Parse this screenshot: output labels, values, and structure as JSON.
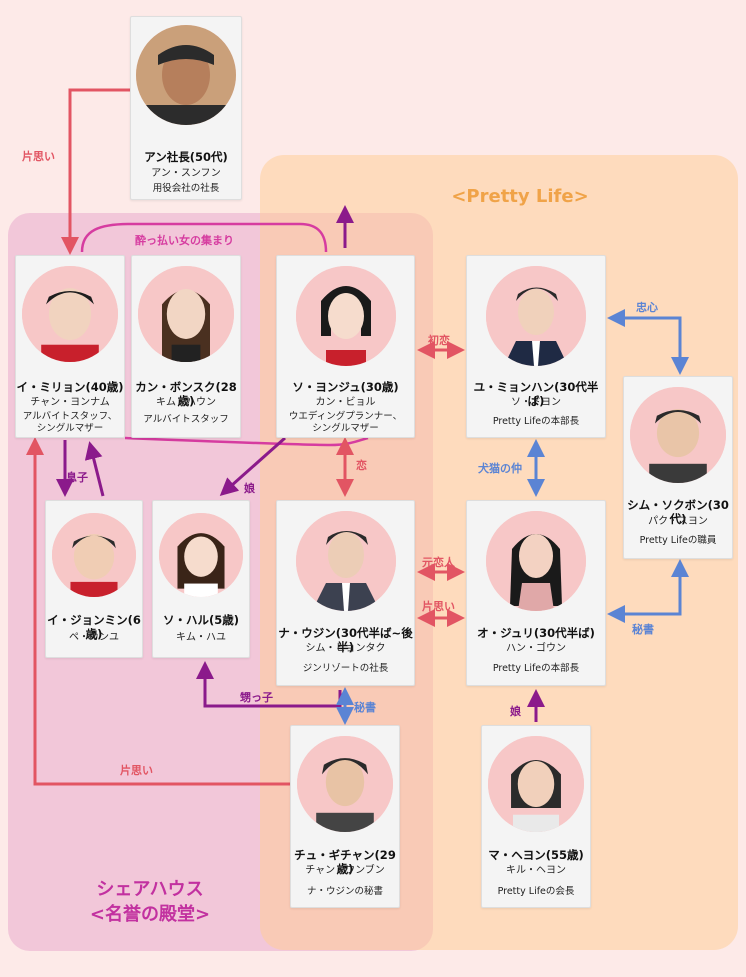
{
  "colors": {
    "red": "#e25563",
    "purple": "#8b1a8b",
    "blue": "#5b84d4",
    "magenta": "#d63ca0",
    "orange_title": "#f0a348",
    "share_title": "#c231a0"
  },
  "groups": {
    "pretty_life_title": "<Pretty Life>",
    "share_house_line1": "シェアハウス",
    "share_house_line2": "<名誉の殿堂>"
  },
  "people": {
    "an": {
      "name": "アン社長(50代)",
      "actor": "アン・スンフン",
      "role": "用役会社の社長"
    },
    "mirion": {
      "name": "イ・ミリョン(40歳)",
      "actor": "チャン・ヨンナム",
      "role1": "アルバイトスタッフ、",
      "role2": "シングルマザー"
    },
    "bonsuku": {
      "name": "カン・ボンスク(28歳)",
      "actor": "キム・ハウン",
      "role": "アルバイトスタッフ"
    },
    "yonju": {
      "name": "ソ・ヨンジュ(30歳)",
      "actor": "カン・ビョル",
      "role1": "ウエディングプランナー、",
      "role2": "シングルマザー"
    },
    "myonhan": {
      "name": "ユ・ミョンハン(30代半ば)",
      "actor": "ソ・ドヨン",
      "role": "Pretty Lifeの本部長"
    },
    "sokubon": {
      "name": "シム・ソクボン(30代)",
      "actor": "パク・スヨン",
      "role": "Pretty Lifeの職員"
    },
    "jonmin": {
      "name": "イ・ジョンミン(6歳)",
      "actor": "ペ・カンユ"
    },
    "haru": {
      "name": "ソ・ハル(5歳)",
      "actor": "キム・ハユ"
    },
    "ujin": {
      "name": "ナ・ウジン(30代半ば~後半)",
      "actor": "シム・ヒョンタク",
      "role": "ジンリゾートの社長"
    },
    "juri": {
      "name": "オ・ジュリ(30代半ば)",
      "actor": "ハン・ゴウン",
      "role": "Pretty Lifeの本部長"
    },
    "gichan": {
      "name": "チュ・ギチャン(29歳)",
      "actor": "チャン・ウンブン",
      "role": "ナ・ウジンの秘書"
    },
    "heyon": {
      "name": "マ・ヘヨン(55歳)",
      "actor": "キル・ヘヨン",
      "role": "Pretty Lifeの会長"
    }
  },
  "relations": {
    "an_mirion": "片思い",
    "drunk_women": "酔っ払い女の集まり",
    "first_love": "初恋",
    "loyalty": "忠心",
    "love": "恋",
    "son": "息子",
    "daughter_haru": "娘",
    "cats_dogs": "犬猫の仲",
    "ex_lover": "元恋人",
    "unrequited_ujin_juri": "片思い",
    "secretary_sokubon": "秘書",
    "nephew": "甥っ子",
    "secretary_gichan": "秘書",
    "daughter_juri": "娘",
    "gichan_mirion": "片思い"
  }
}
